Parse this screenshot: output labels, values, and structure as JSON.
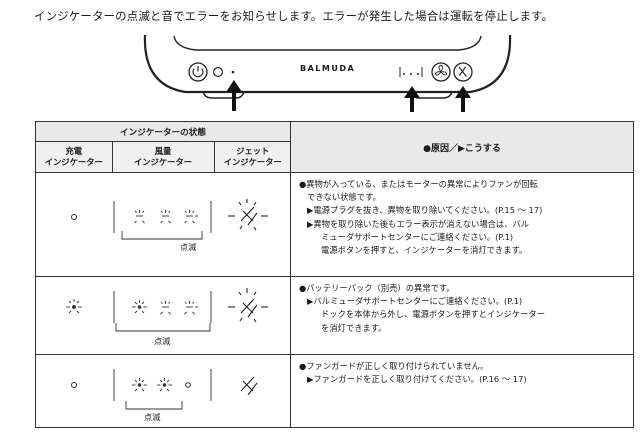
{
  "intro": "インジケーターの点滅と音でエラーをお知らせします。エラーが発生した場合は運転を停止します。",
  "device": {
    "brand": "BALMUDA",
    "icons": [
      "power-icon",
      "charge-indicator-icon",
      "fan-speed-dots-icon",
      "fan-icon",
      "jet-icon"
    ]
  },
  "table": {
    "state_header": "インジケーターの状態",
    "cause_header": "●原因／▶こうする",
    "col_charge": [
      "充電",
      "インジケーター"
    ],
    "col_fan": [
      "風量",
      "インジケーター"
    ],
    "col_jet": [
      "ジェット",
      "インジケーター"
    ],
    "blink_label": "点滅",
    "rows": [
      {
        "lines": [
          "●異物が入っている、またはモーターの異常によりファンが回転",
          "できない状態です。",
          "▶電源プラグを抜き、異物を取り除いてください。(P.15 ～ 17)",
          "▶異物を取り除いた後もエラー表示が消えない場合は、バル",
          "ミューダサポートセンターにご連絡ください。(P.1)",
          "電源ボタンを押すと、インジケーターを消灯できます。"
        ]
      },
      {
        "lines": [
          "●バッテリーパック（別売）の異常です。",
          "▶バルミューダサポートセンターにご連絡ください。(P.1)",
          "ドックを本体から外し、電源ボタンを押すとインジケーター",
          "を消灯できます。"
        ]
      },
      {
        "lines": [
          "●ファンガードが正しく取り付けられていません。",
          "▶ファンガードを正しく取り付けてください。(P.16 ～ 17)"
        ]
      }
    ]
  }
}
